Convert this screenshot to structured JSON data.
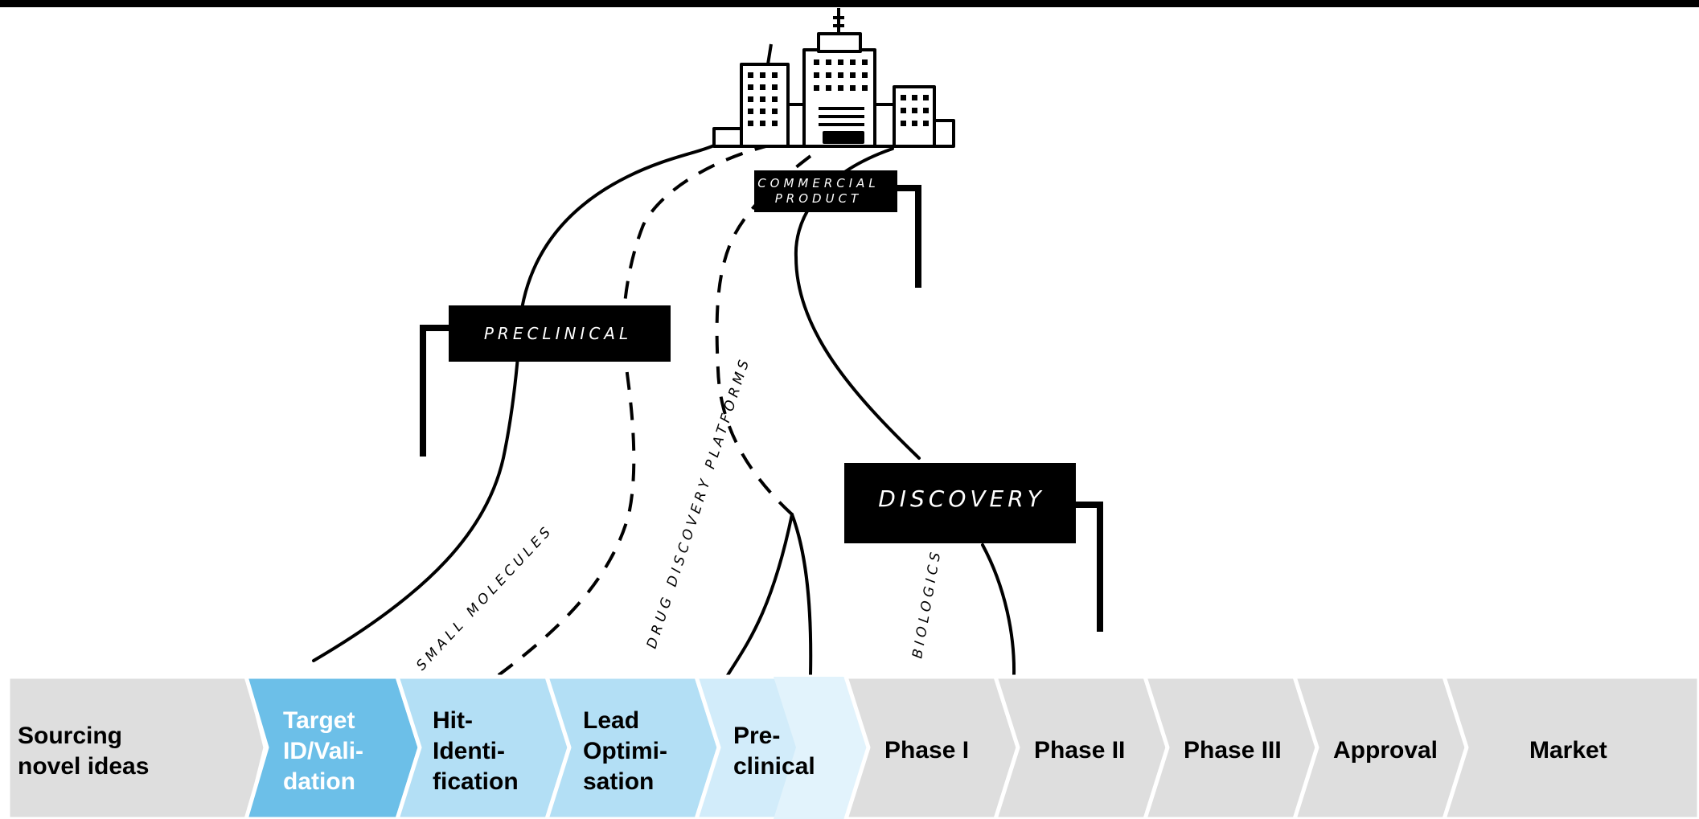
{
  "illustration": {
    "signs": {
      "commercial_product": [
        "COMMERCIAL",
        "PRODUCT"
      ],
      "preclinical": "PRECLINICAL",
      "discovery": "DISCOVERY"
    },
    "path_labels": {
      "small_molecules": "SMALL MOLECULES",
      "drug_discovery_platforms": "DRUG DISCOVERY PLATFORMS",
      "biologics": "BIOLOGICS"
    }
  },
  "pipeline": {
    "stages": [
      {
        "lines": [
          "Sourcing",
          "novel ideas"
        ],
        "fill": "#dedede",
        "text_color": "#000000"
      },
      {
        "lines": [
          "Target",
          "ID/Vali-",
          "dation"
        ],
        "fill": "#6cbfe8",
        "text_color": "#ffffff"
      },
      {
        "lines": [
          "Hit-",
          "Identi-",
          "fication"
        ],
        "fill": "#b3dff5",
        "text_color": "#000000"
      },
      {
        "lines": [
          "Lead",
          "Optimi-",
          "sation"
        ],
        "fill": "#b3dff5",
        "text_color": "#000000"
      },
      {
        "lines": [
          "Pre-",
          "clinical"
        ],
        "fill": "#d2ecfa",
        "text_color": "#000000"
      },
      {
        "lines": [
          "Phase I"
        ],
        "fill": "#dedede",
        "text_color": "#000000"
      },
      {
        "lines": [
          "Phase II"
        ],
        "fill": "#dedede",
        "text_color": "#000000"
      },
      {
        "lines": [
          "Phase III"
        ],
        "fill": "#dedede",
        "text_color": "#000000"
      },
      {
        "lines": [
          "Approval"
        ],
        "fill": "#dedede",
        "text_color": "#000000"
      },
      {
        "lines": [
          "Market"
        ],
        "fill": "#dedede",
        "text_color": "#000000"
      }
    ]
  }
}
